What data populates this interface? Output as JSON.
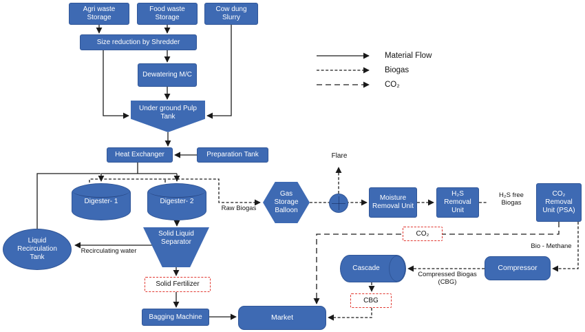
{
  "colors": {
    "background": "#ffffff",
    "node-fill": "#3e6ab3",
    "node-border": "#2f5597",
    "node-text": "#ffffff",
    "red-border": "#e0342c",
    "line": "#1a1a1a"
  },
  "nodes": {
    "agri_waste": {
      "label": "Agri waste Storage"
    },
    "food_waste": {
      "label": "Food waste Storage"
    },
    "cow_dung": {
      "label": "Cow dung Slurry"
    },
    "shredder": {
      "label": "Size reduction by Shredder"
    },
    "dewatering": {
      "label": "Dewatering M/C"
    },
    "pulp_tank": {
      "label": "Under ground Pulp Tank"
    },
    "heat_exchanger": {
      "label": "Heat Exchanger"
    },
    "preparation_tank": {
      "label": "Preparation Tank"
    },
    "digester_1": {
      "label": "Digester- 1"
    },
    "digester_2": {
      "label": "Digester- 2"
    },
    "gas_storage_balloon": {
      "label": "Gas Storage Balloon"
    },
    "flare": {
      "label": "Flare"
    },
    "moisture_removal": {
      "label": "Moisture Removal Unit"
    },
    "h2s_removal": {
      "label": "H₂S Removal Unit"
    },
    "co2_removal": {
      "label": "CO₂ Removal Unit (PSA)"
    },
    "liquid_recirculation_tank": {
      "label": "Liquid Recirculation Tank"
    },
    "solid_liquid_separator": {
      "label": "Solid Liquid Separator"
    },
    "solid_fertilizer": {
      "label": "Solid Fertilizer"
    },
    "bagging_machine": {
      "label": "Bagging Machine"
    },
    "market": {
      "label": "Market"
    },
    "cascade": {
      "label": "Cascade"
    },
    "cbg": {
      "label": "CBG"
    },
    "compressor": {
      "label": "Compressor"
    },
    "co2_tap": {
      "label": "CO₂"
    }
  },
  "edge_labels": {
    "raw_biogas": "Raw Biogas",
    "h2s_free_1": "H₂S free",
    "h2s_free_2": "Biogas",
    "bio_methane": "Bio - Methane",
    "recirculating_water": "Recirculating water",
    "compressed_1": "Compressed Biogas",
    "compressed_2": "(CBG)"
  },
  "legend": {
    "items": [
      {
        "label": "Material Flow",
        "style": "solid"
      },
      {
        "label": "Biogas",
        "style": "dash-fine"
      },
      {
        "label": "CO₂",
        "style": "dash-coarse"
      }
    ]
  }
}
